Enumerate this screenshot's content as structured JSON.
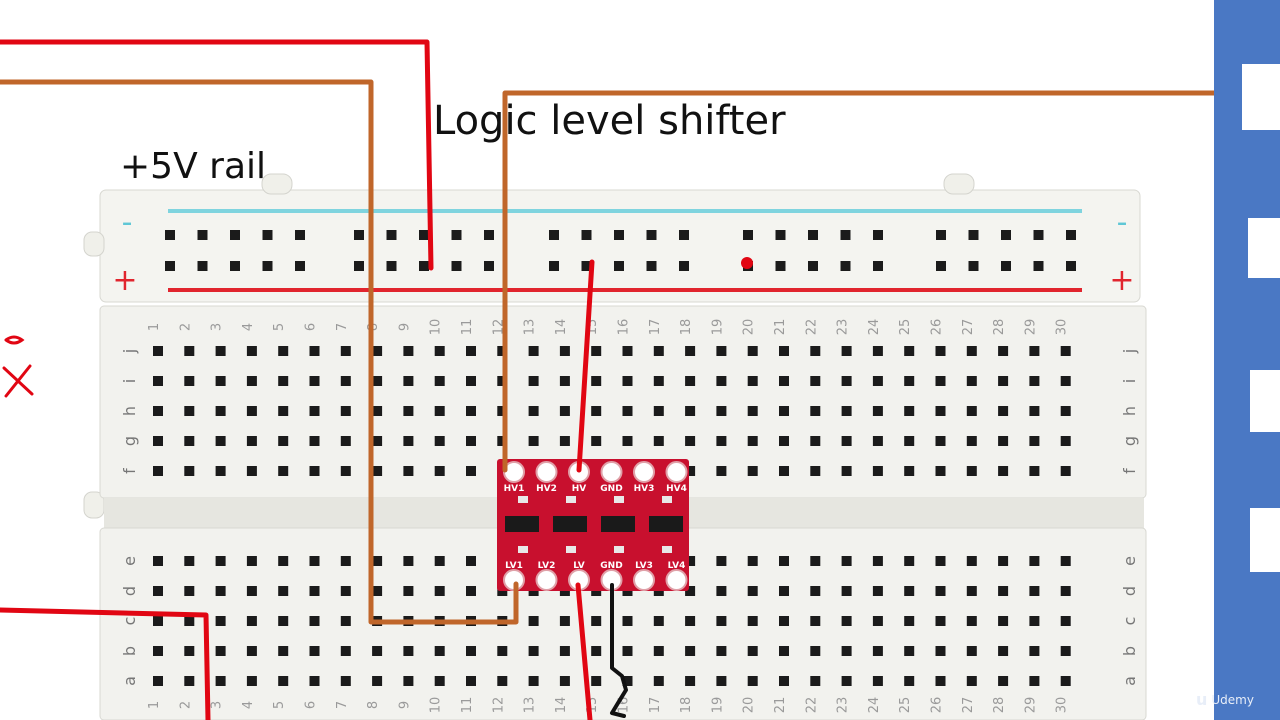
{
  "labels": {
    "title": "Logic level shifter",
    "rail": "+5V rail"
  },
  "breadboard": {
    "columns": [
      "1",
      "2",
      "3",
      "4",
      "5",
      "6",
      "7",
      "8",
      "9",
      "10",
      "11",
      "12",
      "13",
      "14",
      "15",
      "16",
      "17",
      "18",
      "19",
      "20",
      "21",
      "22",
      "23",
      "24",
      "25",
      "26",
      "27",
      "28",
      "29",
      "30"
    ],
    "rows_top": [
      "j",
      "i",
      "h",
      "g",
      "f"
    ],
    "rows_bottom": [
      "e",
      "d",
      "c",
      "b",
      "a"
    ],
    "rail_signs": [
      "-",
      "+"
    ]
  },
  "shifter": {
    "top_pins": [
      "HV1",
      "HV2",
      "HV",
      "GND",
      "HV3",
      "HV4"
    ],
    "bottom_pins": [
      "LV1",
      "LV2",
      "LV",
      "GND",
      "LV3",
      "LV4"
    ]
  },
  "colors": {
    "red_wire": "#e10613",
    "brown_wire": "#c0662a",
    "board": "#f2f2ee",
    "board_pcb": "#c8102e",
    "side_panel": "#4a78c4"
  },
  "brand": {
    "mark": "u",
    "name": "Udemy"
  }
}
